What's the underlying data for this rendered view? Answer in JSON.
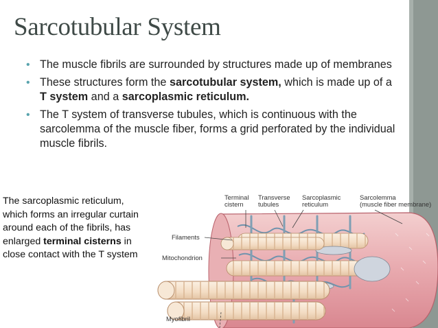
{
  "slide": {
    "title": "Sarcotubular System",
    "bullets": [
      {
        "parts": [
          {
            "text": "The muscle fibrils are surrounded by structures made up of membranes",
            "bold": false
          }
        ]
      },
      {
        "parts": [
          {
            "text": "These structures form the ",
            "bold": false
          },
          {
            "text": "sarcotubular system,",
            "bold": true
          },
          {
            "text": " which is made up of a ",
            "bold": false
          },
          {
            "text": "T system",
            "bold": true
          },
          {
            "text": " and a ",
            "bold": false
          },
          {
            "text": "sarcoplasmic reticulum.",
            "bold": true
          }
        ]
      },
      {
        "parts": [
          {
            "text": "The T system of transverse tubules, which is continuous with the sarcolemma of the muscle fiber, forms a grid perforated by the individual muscle fibrils.",
            "bold": false
          }
        ]
      }
    ],
    "sidenote": {
      "before": "The sarcoplasmic reticulum, which forms an irregular curtain around each of the fibrils, has enlarged ",
      "bold": "terminal cisterns",
      "after": " in close contact with the T system"
    },
    "figure": {
      "labels": {
        "terminal_cistern": [
          "Terminal",
          "cistern"
        ],
        "transverse_tubules": [
          "Transverse",
          "tubules"
        ],
        "sarcoplasmic_reticulum": [
          "Sarcoplasmic",
          "reticulum"
        ],
        "sarcolemma": [
          "Sarcolemma",
          "(muscle fiber membrane)"
        ],
        "filaments": "Filaments",
        "mitochondrion": "Mitochondrion",
        "myofibril": "Myofibril"
      }
    },
    "colors": {
      "sidebar": "#8e9893",
      "bullet": "#5aa4ae",
      "title": "#3f4a47",
      "membrane": "#d98a92",
      "membrane_light": "#f1c9c8",
      "fibril": "#f6e4cf",
      "tubule": "#7f9fb4"
    }
  }
}
